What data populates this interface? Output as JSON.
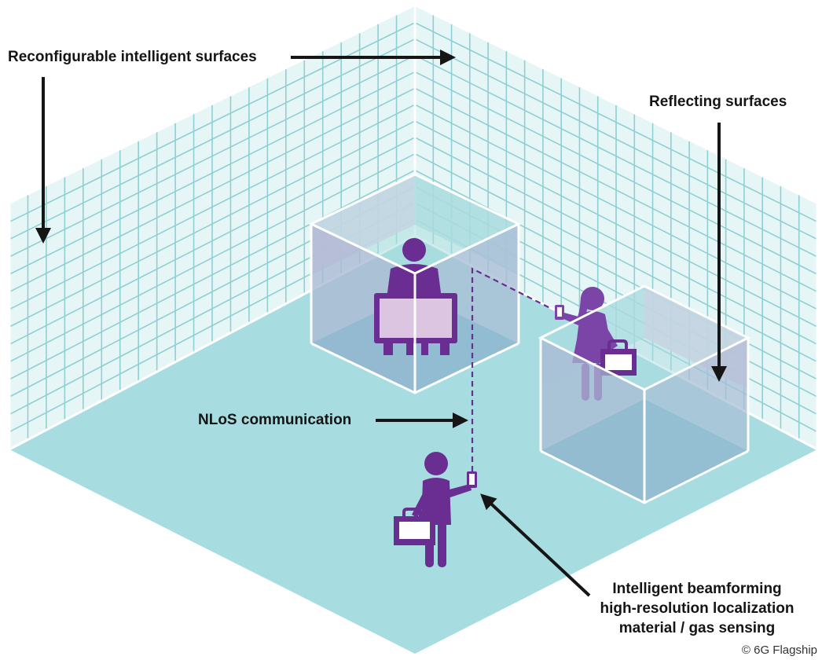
{
  "labels": {
    "ris": "Reconfigurable intelligent surfaces",
    "reflecting": "Reflecting surfaces",
    "nlos": "NLoS communication",
    "beam_line1": "Intelligent beamforming",
    "beam_line2": "high-resolution localization",
    "beam_line3": "material / gas sensing"
  },
  "copyright": "© 6G Flagship",
  "colors": {
    "floor": "#a7dde0",
    "wall_fill": "#e6f5f6",
    "grid_line": "#8fd0d3",
    "glass_top": "#a9dcdf",
    "glass_front_left": "#aab8d3",
    "glass_front_right": "#a9bed6",
    "glass_back_pink": "#e2cde4",
    "person": "#6a2d91",
    "person_light": "#7a45a6",
    "device_panel": "#dcc5e0",
    "arrow": "#151515",
    "edge": "#ffffff"
  },
  "icons": [
    "person-presenter-icon",
    "person-woman-icon",
    "person-man-icon",
    "briefcase-icon",
    "phone-icon"
  ]
}
